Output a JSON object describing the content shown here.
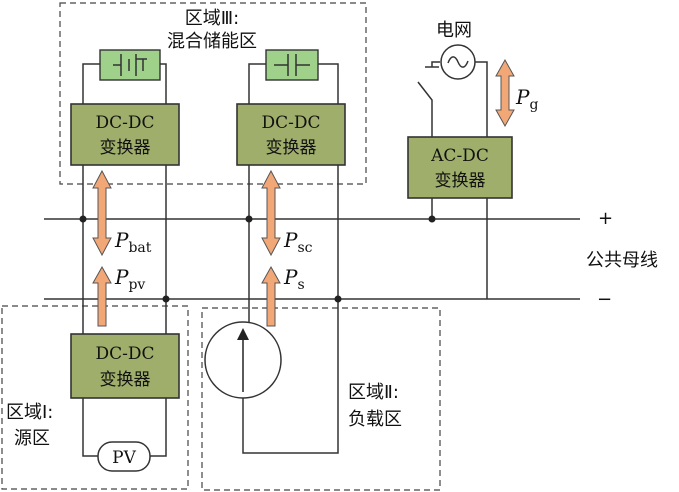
{
  "regions": {
    "storage": {
      "line1": "区域Ⅲ:",
      "line2": "混合储能区"
    },
    "source": {
      "line1": "区域Ⅰ:",
      "line2": "源区"
    },
    "load": {
      "line1": "区域Ⅱ:",
      "line2": "负载区"
    }
  },
  "converters": {
    "battery": {
      "line1": "DC-DC",
      "line2": "变换器"
    },
    "supercap": {
      "line1": "DC-DC",
      "line2": "变换器"
    },
    "grid": {
      "line1": "AC-DC",
      "line2": "变换器"
    },
    "pv": {
      "line1": "DC-DC",
      "line2": "变换器"
    }
  },
  "grid_label": "电网",
  "pv_label": "PV",
  "bus": {
    "label": "公共母线",
    "plus": "+",
    "minus": "−"
  },
  "powers": {
    "bat": {
      "sym": "P",
      "sub": "bat"
    },
    "sc": {
      "sym": "P",
      "sub": "sc"
    },
    "pv": {
      "sym": "P",
      "sub": "pv"
    },
    "s": {
      "sym": "P",
      "sub": "s"
    },
    "g": {
      "sym": "P",
      "sub": "g"
    }
  }
}
